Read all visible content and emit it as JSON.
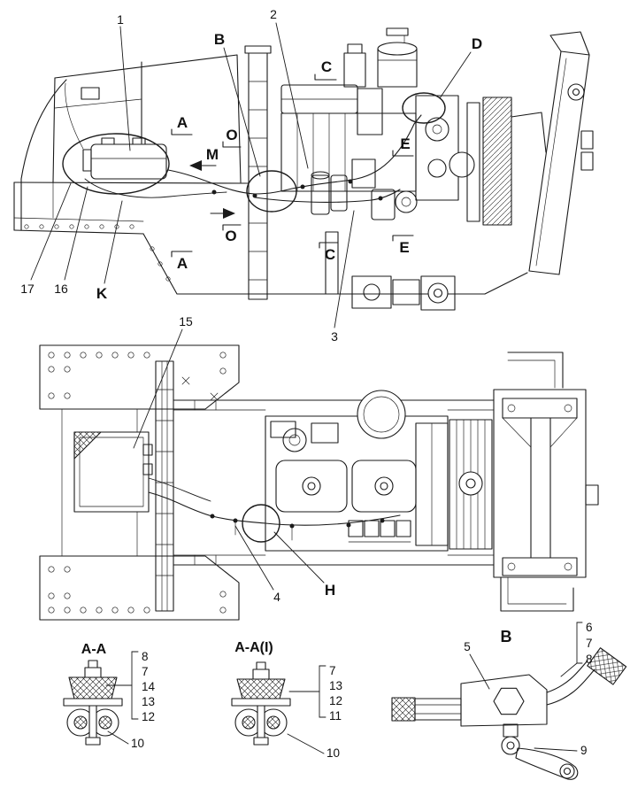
{
  "figure": {
    "type": "machinery-parts-diagram",
    "background": "#ffffff",
    "line_color": "#1a1a1a"
  },
  "side_view": {
    "callouts": {
      "n1": "1",
      "n2": "2",
      "n3": "3",
      "n15": "15",
      "n16": "16",
      "n17": "17",
      "K": "K",
      "B": "B",
      "D": "D",
      "M": "M",
      "A_top": "A",
      "A_bottom": "A",
      "O_top": "O",
      "O_bottom": "O",
      "C_top": "C",
      "C_bottom": "C",
      "E_top": "E",
      "E_bottom": "E"
    }
  },
  "plan_view": {
    "callouts": {
      "n4": "4",
      "H": "H"
    }
  },
  "details": {
    "aa": {
      "title": "A-A",
      "items": {
        "n8": "8",
        "n7": "7",
        "n14": "14",
        "n13": "13",
        "n12": "12",
        "n10": "10"
      }
    },
    "aai": {
      "title": "A-A(I)",
      "items": {
        "n7": "7",
        "n13": "13",
        "n12": "12",
        "n11": "11",
        "n10": "10"
      }
    },
    "b": {
      "title": "B",
      "items": {
        "n5": "5",
        "n6": "6",
        "n7": "7",
        "n8": "8",
        "n9": "9"
      }
    }
  }
}
